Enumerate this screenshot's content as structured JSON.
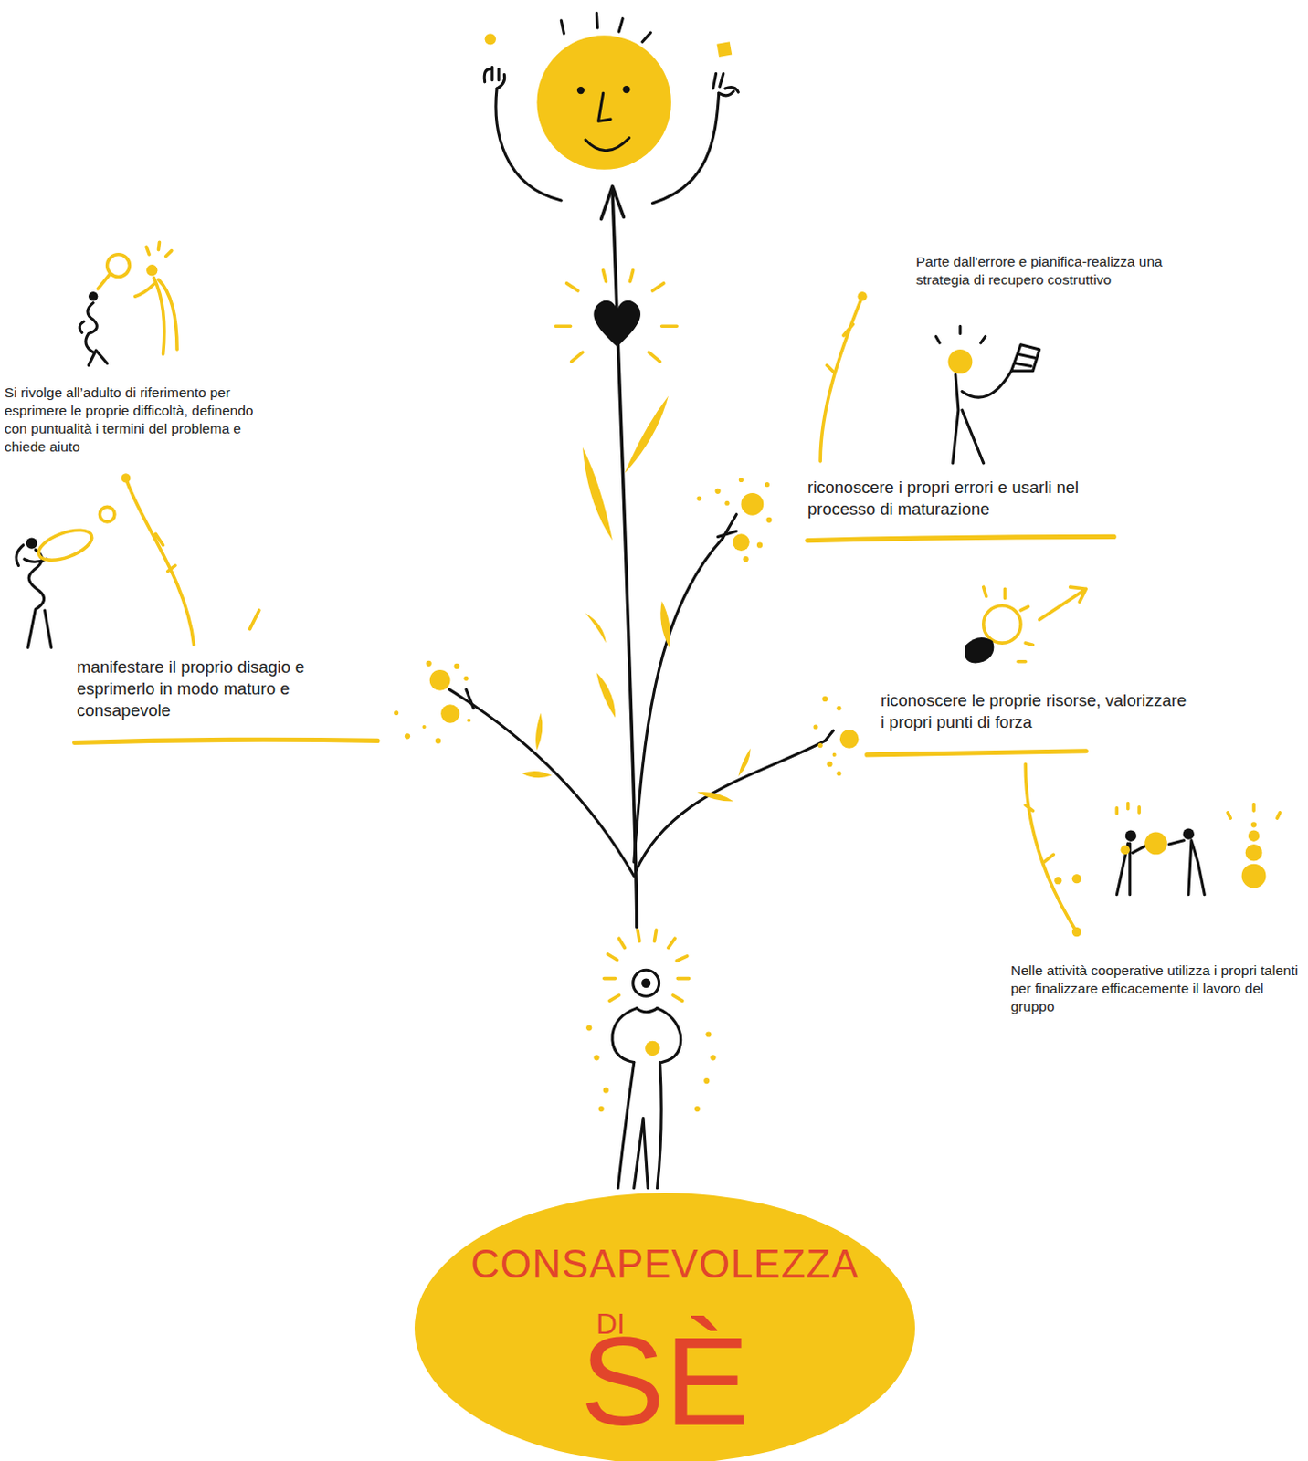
{
  "diagram": {
    "nodes": [
      {
        "text": [
          "CONSAPEVOLEZZA",
          "DI",
          "SÈ"
        ]
      }
    ],
    "labels": [
      "Si rivolge all’adulto di riferimento per esprimere le proprie difficoltà, definendo con puntualità i termini del problema e chiede aiuto",
      "manifestare il proprio disagio e esprimerlo in modo maturo e consapevole",
      "Parte dall'errore e pianifica-realizza una strategia di recupero costruttivo",
      "riconoscere i propri errori e usarli nel processo di maturazione",
      "riconoscere le proprie risorse, valorizzare i propri punti di forza",
      "Nelle attività cooperative utilizza i propri talenti per finalizzare efficacemente il lavoro del gruppo"
    ]
  }
}
